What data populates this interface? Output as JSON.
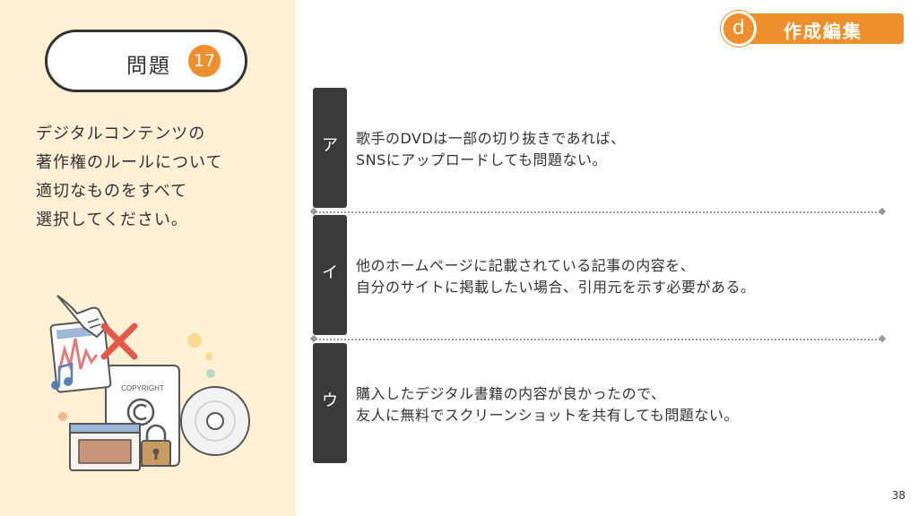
{
  "problem": {
    "label": "問題",
    "number": "17"
  },
  "question": "デジタルコンテンツの\n著作権のルールについて\n適切なものをすべて\n選択してください。",
  "category": {
    "letter": "d",
    "label": "作成編集"
  },
  "choices": [
    {
      "letter": "ア",
      "text": "歌手のDVDは一部の切り抜きであれば、\nSNSにアップロードしても問題ない。"
    },
    {
      "letter": "イ",
      "text": "他のホームページに記載されている記事の内容を、\n自分のサイトに掲載したい場合、引用元を示す必要がある。"
    },
    {
      "letter": "ウ",
      "text": "購入したデジタル書籍の内容が良かったので、\n友人に無料でスクリーンショットを共有しても問題ない。"
    }
  ],
  "illustration": {
    "copyright_card_text": "COPYRIGHT",
    "icons": [
      "hand-icon",
      "music-icon",
      "cross-icon",
      "copyright-icon",
      "lock-icon",
      "disc-icon",
      "browser-window-icon"
    ]
  },
  "page_number": "38",
  "colors": {
    "accent": "#ef8e2c",
    "panel_bg": "#fdf0d5",
    "tab_bg": "#3a3a3a"
  }
}
